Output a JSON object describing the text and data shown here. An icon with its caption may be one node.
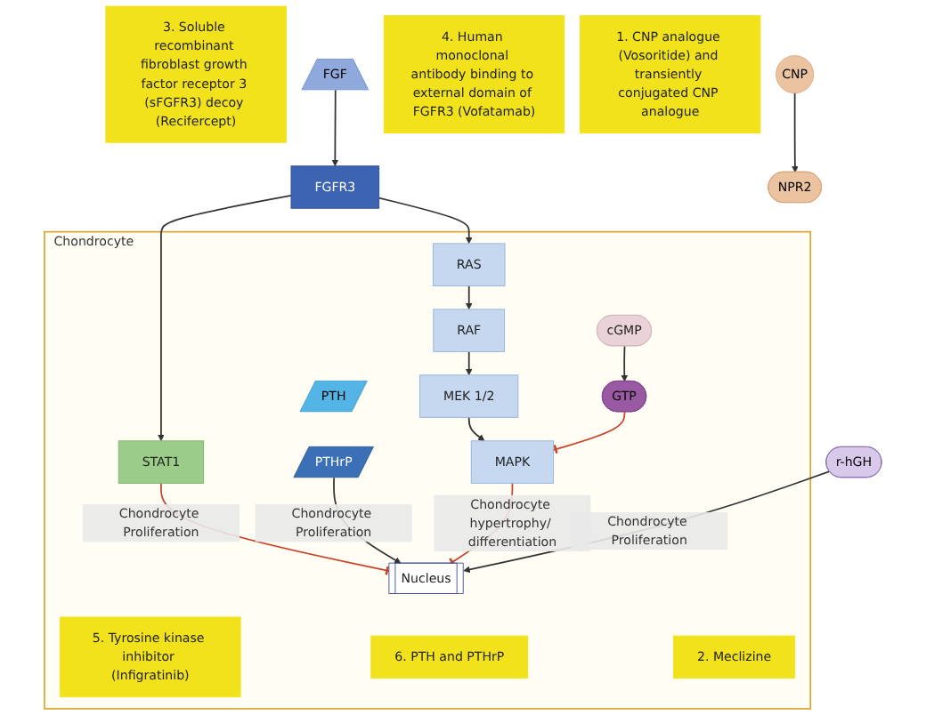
{
  "diagram": {
    "nodes": [
      {
        "text": [
          "3. Soluble recombinant fibroblast growth factor receptor 3 (sFGFR3) decoy (Recifercept)"
        ]
      },
      {
        "text": [
          "FGF"
        ]
      },
      {
        "text": [
          "4. Human monoclonal antibody binding to external domain of FGFR3 (Vofatamab)"
        ]
      },
      {
        "text": [
          "1. CNP analogue (Vosoritide) and transiently conjugated CNP analogue"
        ]
      },
      {
        "text": [
          "CNP"
        ]
      },
      {
        "text": [
          "Chondrocyte"
        ]
      },
      {
        "text": [
          "FGFR3"
        ]
      },
      {
        "text": [
          "5. Tyrosine kinase inhibitor (Infigratinib)"
        ],
        "in": 5
      },
      {
        "text": [
          "NPR2"
        ]
      },
      {
        "text": [
          "RAS"
        ],
        "in": 5
      },
      {
        "text": [
          "cGMP"
        ],
        "in": 5
      },
      {
        "text": [
          "GTP"
        ],
        "in": 5
      },
      {
        "text": [
          "STAT1"
        ],
        "in": 5
      },
      {
        "text": [
          "RAF"
        ],
        "in": 5
      },
      {
        "text": [
          "6. PTH and PTHrP"
        ],
        "in": 5
      },
      {
        "text": [
          "MEK 1/2"
        ],
        "in": 5
      },
      {
        "text": [
          "PTH"
        ],
        "in": 5
      },
      {
        "text": [
          "PTHrP"
        ],
        "in": 5
      },
      {
        "text": [
          "MAPK"
        ],
        "in": 5
      },
      {
        "text": [
          "2. Meclizine"
        ],
        "in": 5
      },
      {
        "text": [
          "r-hGH"
        ]
      },
      {
        "text": [
          "Nucleus"
        ],
        "in": 5
      }
    ],
    "edges": [
      {
        "from": 1,
        "to": 6,
        "arrow": "to"
      },
      {
        "from": 4,
        "to": 8,
        "arrow": "to"
      },
      {
        "from": 6,
        "to": 9,
        "arrow": "to"
      },
      {
        "from": 6,
        "to": 12,
        "arrow": "to"
      },
      {
        "from": 9,
        "to": 13,
        "arrow": "to"
      },
      {
        "from": 13,
        "to": 15,
        "arrow": "to"
      },
      {
        "from": 15,
        "to": 18,
        "arrow": "to"
      },
      {
        "from": 10,
        "to": 11,
        "arrow": "to"
      },
      {
        "from": 11,
        "to": 18,
        "arrow": "other",
        "color": "#c8452c"
      },
      {
        "from": 12,
        "to": 21,
        "arrow": "other",
        "label": "Chondrocyte Proliferation",
        "color": "#c8452c"
      },
      {
        "from": 17,
        "to": 21,
        "arrow": "to",
        "label": "Chondrocyte Proliferation"
      },
      {
        "from": 18,
        "to": 21,
        "arrow": "other",
        "label": "Chondrocyte hypertrophy/ differentiation",
        "color": "#c8452c"
      },
      {
        "from": 20,
        "to": 21,
        "arrow": "to",
        "label": "Chondrocyte Proliferation"
      }
    ]
  }
}
